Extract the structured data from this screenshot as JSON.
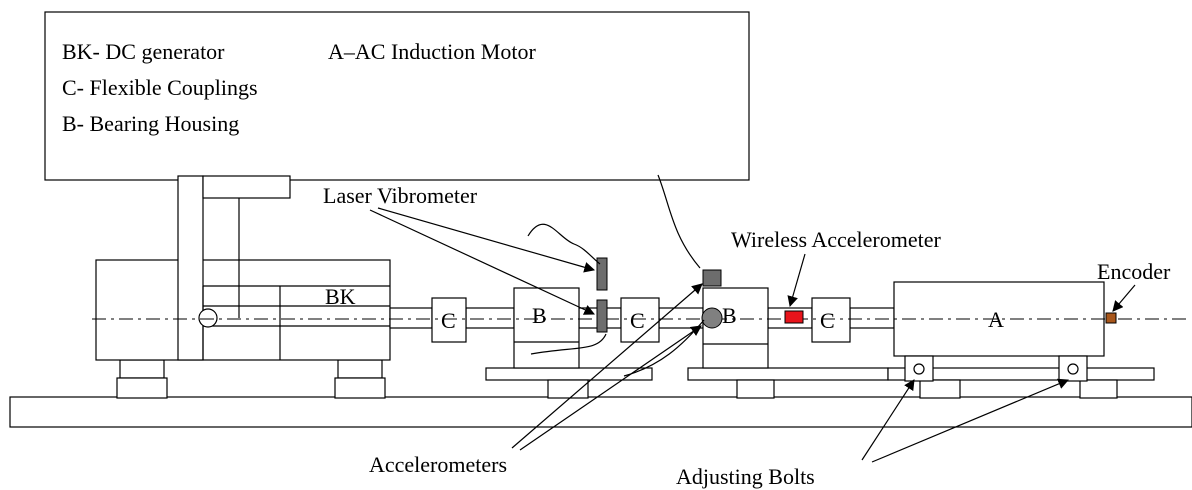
{
  "legend": {
    "line1a": "BK- DC generator",
    "line1b": "A–AC Induction Motor",
    "line2": "C- Flexible Couplings",
    "line3": "B- Bearing Housing"
  },
  "labels": {
    "laser_vibrometer": "Laser Vibrometer",
    "wireless_accelerometer": "Wireless Accelerometer",
    "encoder": "Encoder",
    "accelerometers": "Accelerometers",
    "adjusting_bolts": "Adjusting Bolts"
  },
  "parts": {
    "bk": "BK",
    "a": "A",
    "b": "B",
    "c": "C"
  },
  "colors": {
    "line": "#000000",
    "sensor_gray": "#6d6d6d",
    "wireless_red": "#e8141b",
    "encoder_brown": "#a8561a"
  }
}
